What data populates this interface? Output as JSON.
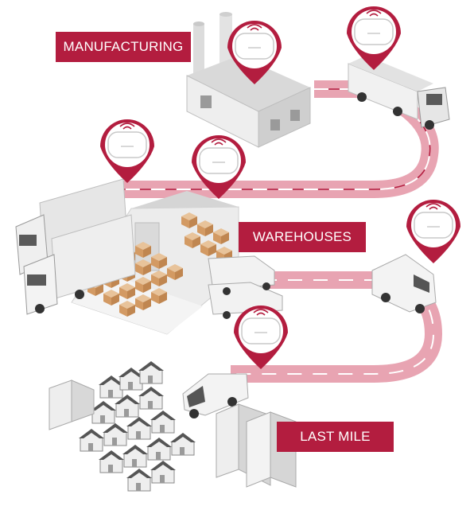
{
  "stages": {
    "manufacturing": "MANUFACTURING",
    "warehouses": "WAREHOUSES",
    "last_mile": "LAST MILE"
  },
  "colors": {
    "accent": "#b31d3f",
    "road": "#e8a4b2",
    "building": "#e9eaec",
    "box": "#d9a877"
  },
  "icons": [
    "tracker-device-icon",
    "wireless-signal-icon",
    "map-pin-icon",
    "truck-icon",
    "van-icon",
    "factory-icon",
    "warehouse-icon",
    "house-icon",
    "office-building-icon",
    "cardboard-box-icon"
  ]
}
